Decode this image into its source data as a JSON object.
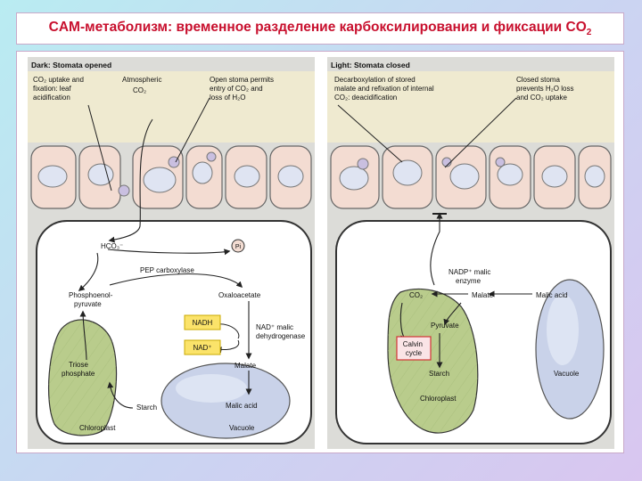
{
  "title": {
    "main": "CAM-метаболизм: временное разделение карбоксилирования и фиксации CO",
    "sub": "2"
  },
  "dark": {
    "header": "Dark: Stomata opened",
    "uptake": [
      "CO₂ uptake and",
      "fixation: leaf",
      "acidification"
    ],
    "atmospheric": [
      "Atmospheric",
      "CO₂"
    ],
    "open_stoma": [
      "Open stoma permits",
      "entry of CO₂ and",
      "loss of H₂O"
    ],
    "hco3": "HCO₃⁻",
    "pi": "Pi",
    "pep_carboxylase": "PEP carboxylase",
    "pep": [
      "Phosphoenol-",
      "pyruvate"
    ],
    "oxaloacetate": "Oxaloacetate",
    "nadh": "NADH",
    "nad": "NAD⁺",
    "nad_malic": [
      "NAD⁺ malic",
      "dehydrogenase"
    ],
    "triose": [
      "Triose",
      "phosphate"
    ],
    "malate": "Malate",
    "starch": "Starch",
    "malic_acid": "Malic acid",
    "chloroplast": "Chloroplast",
    "vacuole": "Vacuole"
  },
  "light": {
    "header": "Light: Stomata closed",
    "decarb": [
      "Decarboxylation of stored",
      "malate and refixation of internal",
      "CO₂: deacidification"
    ],
    "closed_stoma": [
      "Closed stoma",
      "prevents H₂O loss",
      "and CO₂ uptake"
    ],
    "nadp_malic": [
      "NADP⁺ malic",
      "enzyme"
    ],
    "co2": "CO₂",
    "malate": "Malate",
    "malic_acid": "Malic acid",
    "pyruvate": "Pyruvate",
    "calvin": [
      "Calvin",
      "cycle"
    ],
    "starch": "Starch",
    "chloroplast": "Chloroplast",
    "vacuole": "Vacuole"
  },
  "colors": {
    "title_red": "#c8102e",
    "figure_bg": "#dcdcd8",
    "epidermis_band": "#efead0",
    "cell_fill": "#f3dcd2",
    "chloroplast_fill": "#b9cc8c",
    "vacuole_fill": "#c9d2e9",
    "nad_box": "#fbe36a",
    "calvin_box": "#fae4e6",
    "calvin_border": "#d23535"
  }
}
